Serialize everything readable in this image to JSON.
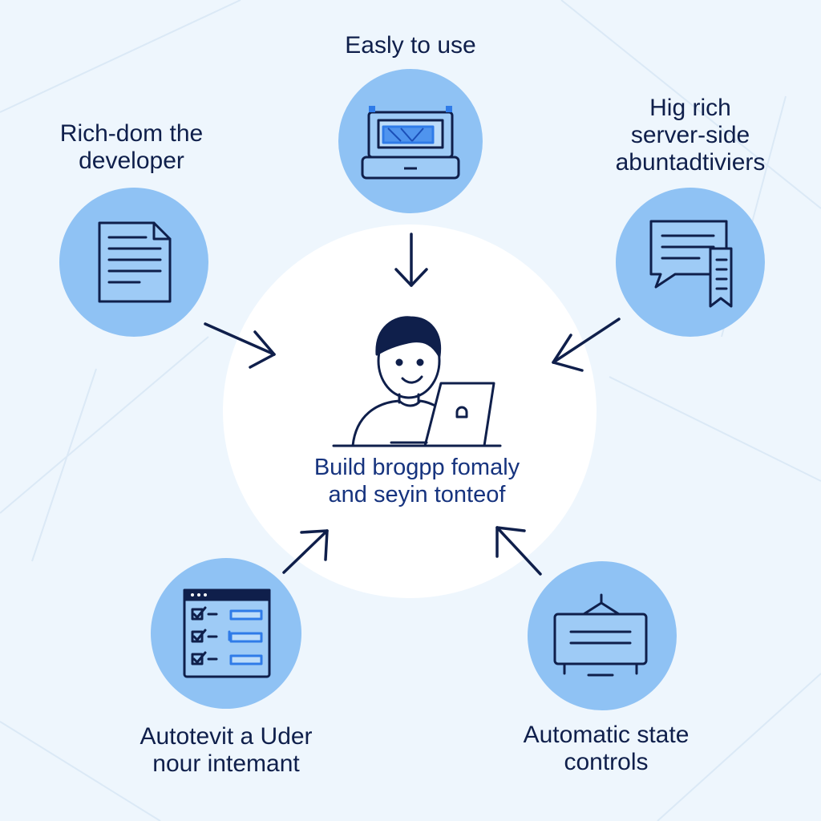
{
  "colors": {
    "background": "#eef6fd",
    "node_fill": "#8fc2f4",
    "center_fill": "#ffffff",
    "ink": "#0f1f4b",
    "accent": "#2f7be8"
  },
  "center": {
    "icon": "developer-at-laptop-icon",
    "label": "Build brogpp fomaly\nand seyin tonteof"
  },
  "nodes": {
    "top": {
      "label": "Easly to use",
      "icon": "laptop-icon"
    },
    "left": {
      "label": "Rich-dom the\ndeveloper",
      "icon": "document-icon"
    },
    "right": {
      "label": "Hig rich\nserver-side\nabuntadtiviers",
      "icon": "chat-bookmark-icon"
    },
    "bottom_left": {
      "label": "Autotevit a Uder\nnour intemant",
      "icon": "checklist-window-icon"
    },
    "bottom_right": {
      "label": "Automatic state\ncontrols",
      "icon": "signboard-icon"
    }
  }
}
